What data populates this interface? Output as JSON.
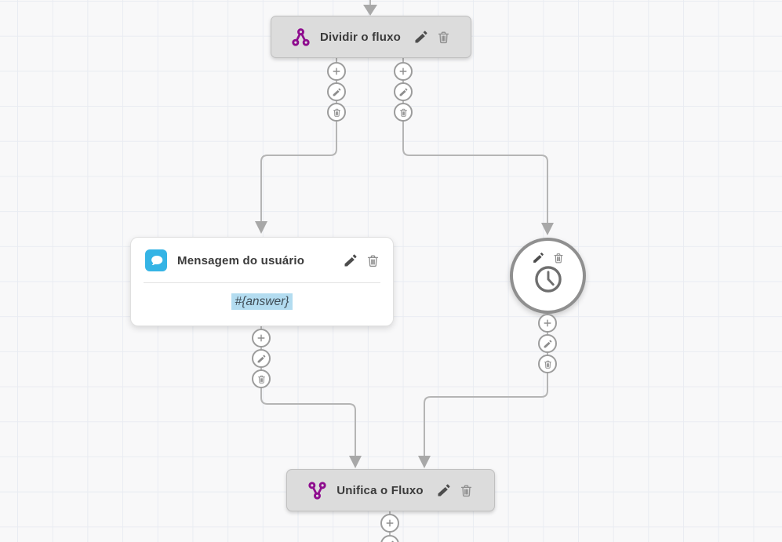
{
  "flow": {
    "split_node": {
      "title": "Dividir o fluxo",
      "icon": "split-icon"
    },
    "message_node": {
      "title": "Mensagem do usuário",
      "variable": "#{answer}",
      "icon": "chat-bubble-icon"
    },
    "wait_node": {
      "icon": "clock-icon"
    },
    "merge_node": {
      "title": "Unifica o Fluxo",
      "icon": "merge-icon"
    }
  },
  "actions": {
    "add": "add-step",
    "edit": "edit",
    "delete": "delete"
  },
  "colors": {
    "accent_purple": "#8e0c8e",
    "accent_blue": "#35b4e5",
    "node_gray": "#dcdcdc",
    "connector_gray": "#b5b5b5",
    "variable_highlight": "#b3dcf0",
    "canvas_bg": "#f8f8f9",
    "grid_line": "#e9ecf2"
  }
}
